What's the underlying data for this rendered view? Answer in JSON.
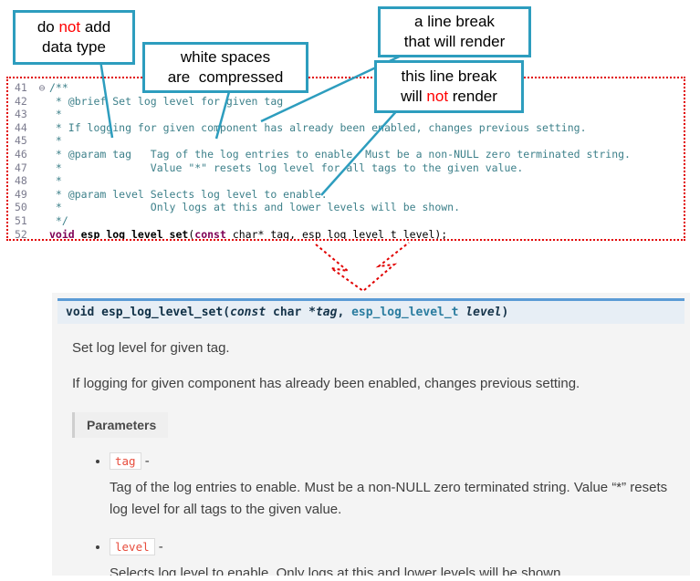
{
  "callouts": {
    "datatype": {
      "l1a": "do ",
      "l1b": "not",
      "l1c": " add",
      "l2": "data type"
    },
    "whitespace": {
      "l1": "white spaces",
      "l2": "are  compressed"
    },
    "break_render": {
      "l1": "a line break",
      "l2": "that will render"
    },
    "break_norender": {
      "l1": "this line break",
      "l2a": "will ",
      "l2b": "not",
      "l2c": " render"
    }
  },
  "code": {
    "fold": "⊖",
    "lines": [
      {
        "num": "41",
        "text": "/**"
      },
      {
        "num": "42",
        "text": " * @brief Set log level for given tag"
      },
      {
        "num": "43",
        "text": " *"
      },
      {
        "num": "44",
        "text": " * If logging for given component has already been enabled, changes previous setting."
      },
      {
        "num": "45",
        "text": " *"
      },
      {
        "num": "46",
        "text": " * @param tag   Tag of the log entries to enable. Must be a non-NULL zero terminated string."
      },
      {
        "num": "47",
        "text": " *              Value \"*\" resets log level for all tags to the given value."
      },
      {
        "num": "48",
        "text": " *"
      },
      {
        "num": "49",
        "text": " * @param level Selects log level to enable."
      },
      {
        "num": "50",
        "text": " *              Only logs at this and lower levels will be shown."
      },
      {
        "num": "51",
        "text": " */"
      }
    ],
    "line52": {
      "num": "52",
      "kw1": "void ",
      "name": "esp_log_level_set",
      "p1": "(",
      "kw2": "const",
      "rest": " char* tag, esp_log_level_t level);"
    }
  },
  "docs": {
    "signature": {
      "s0": "void ",
      "s1": "esp_log_level_set",
      "s2": "(",
      "s3": "const",
      "s4": "  char *",
      "s5": "tag",
      "s6": ", ",
      "s7": "esp_log_level_t",
      "s8": " ",
      "s9": "level",
      "s10": ")"
    },
    "para1": "Set log level for given tag.",
    "para2": "If logging for given component has already been enabled, changes previous setting.",
    "params_label": "Parameters",
    "params": [
      {
        "name": "tag",
        "dash": " -",
        "desc": "Tag of the log entries to enable. Must be a non-NULL zero terminated string. Value “*” resets log level for all tags to the given value."
      },
      {
        "name": "level",
        "dash": " -",
        "desc": "Selects log level to enable. Only logs at this and lower levels will be shown."
      }
    ]
  },
  "colors": {
    "callout_border": "#2d9dbe",
    "highlight_red": "#ff0000",
    "dotted_red": "#e10000",
    "code_comment": "#3d808a",
    "code_keyword": "#7f0055",
    "sig_top_border": "#5b9bd5",
    "sig_background": "#e7eef5",
    "inline_code_red": "#e74c3c",
    "docs_background": "#f4f4f4"
  }
}
